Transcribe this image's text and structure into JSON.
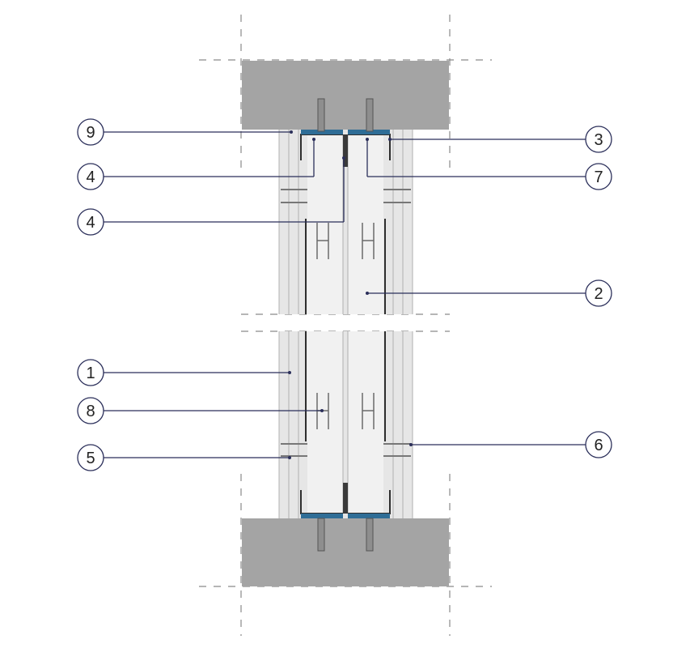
{
  "colors": {
    "concrete": "#a4a4a4",
    "board": "#e6e6e6",
    "board_line": "#b0b0b0",
    "insulation": "#f1f1f1",
    "profile": "#2e2e2e",
    "seal": "#2f6d96",
    "leader": "#2b2f5a",
    "dash": "#8a8a8a"
  },
  "callouts": [
    {
      "id": "c9",
      "label": "9"
    },
    {
      "id": "c4a",
      "label": "4"
    },
    {
      "id": "c4b",
      "label": "4"
    },
    {
      "id": "c3",
      "label": "3"
    },
    {
      "id": "c7",
      "label": "7"
    },
    {
      "id": "c2",
      "label": "2"
    },
    {
      "id": "c1",
      "label": "1"
    },
    {
      "id": "c8",
      "label": "8"
    },
    {
      "id": "c5",
      "label": "5"
    },
    {
      "id": "c6",
      "label": "6"
    }
  ]
}
